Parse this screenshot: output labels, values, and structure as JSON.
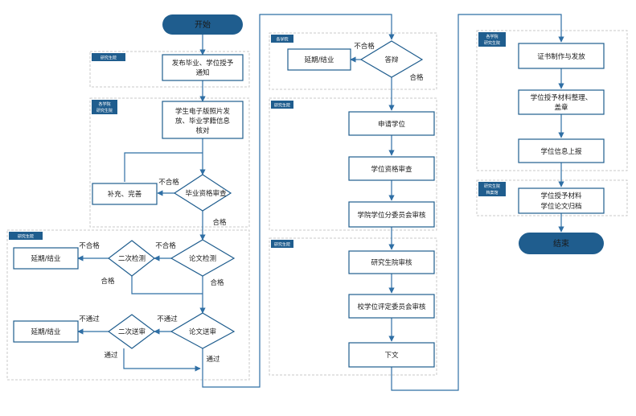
{
  "terminals": {
    "start": "开始",
    "end": "结束"
  },
  "lane_tags": {
    "c1_a": "研究生院",
    "c1_b_1": "各学院",
    "c1_b_2": "研究生院",
    "c1_c": "研究生院",
    "c2_a": "各学院",
    "c2_b": "研究生院",
    "c2_c": "研究生院",
    "c3_a_1": "各学院",
    "c3_a_2": "研究生院",
    "c3_b_1": "研究生院",
    "c3_b_2": "档案馆"
  },
  "boxes": {
    "notice": [
      "发布毕业、学位授予",
      "通知"
    ],
    "verify": [
      "学生电子版照片发",
      "放、毕业学籍信息",
      "核对"
    ],
    "supplement": "补充、完善",
    "defer1": "延期/结业",
    "defer2": "延期/结业",
    "defer3": "延期/结业",
    "apply": "申请学位",
    "review": "学位资格审查",
    "sub_committee": "学院学位分委员会审核",
    "grad_school": "研究生院审核",
    "committee": "校学位评定委员会审核",
    "issue": "下文",
    "certificate": "证书制作与发放",
    "archive_sort": [
      "学位授予材料整理、",
      "盖章"
    ],
    "report": "学位信息上报",
    "thesis_archive": [
      "学位授予材料",
      "学位论文归档"
    ]
  },
  "decisions": {
    "grad_check": "毕业资格审查",
    "thesis_check": "论文检测",
    "second_check": "二次检测",
    "thesis_review": "论文送审",
    "second_review": "二次送审",
    "defense": "答辩"
  },
  "edge_labels": {
    "fail_grad": "不合格",
    "pass_grad": "合格",
    "fail_check": "不合格",
    "fail_second_check": "不合格",
    "pass_check": "合格",
    "pass_second_check": "合格",
    "fail_review": "不通过",
    "fail_second_review": "不通过",
    "pass_review": "通过",
    "pass_second_review": "通过",
    "fail_defense": "不合格",
    "pass_defense": "合格"
  },
  "colors": {
    "box_border": "#1f5d8e",
    "line": "#2f6fa5",
    "terminal": "#1f5d8e",
    "tag": "#1f5d8e",
    "lane_border": "#c8c8c8"
  }
}
